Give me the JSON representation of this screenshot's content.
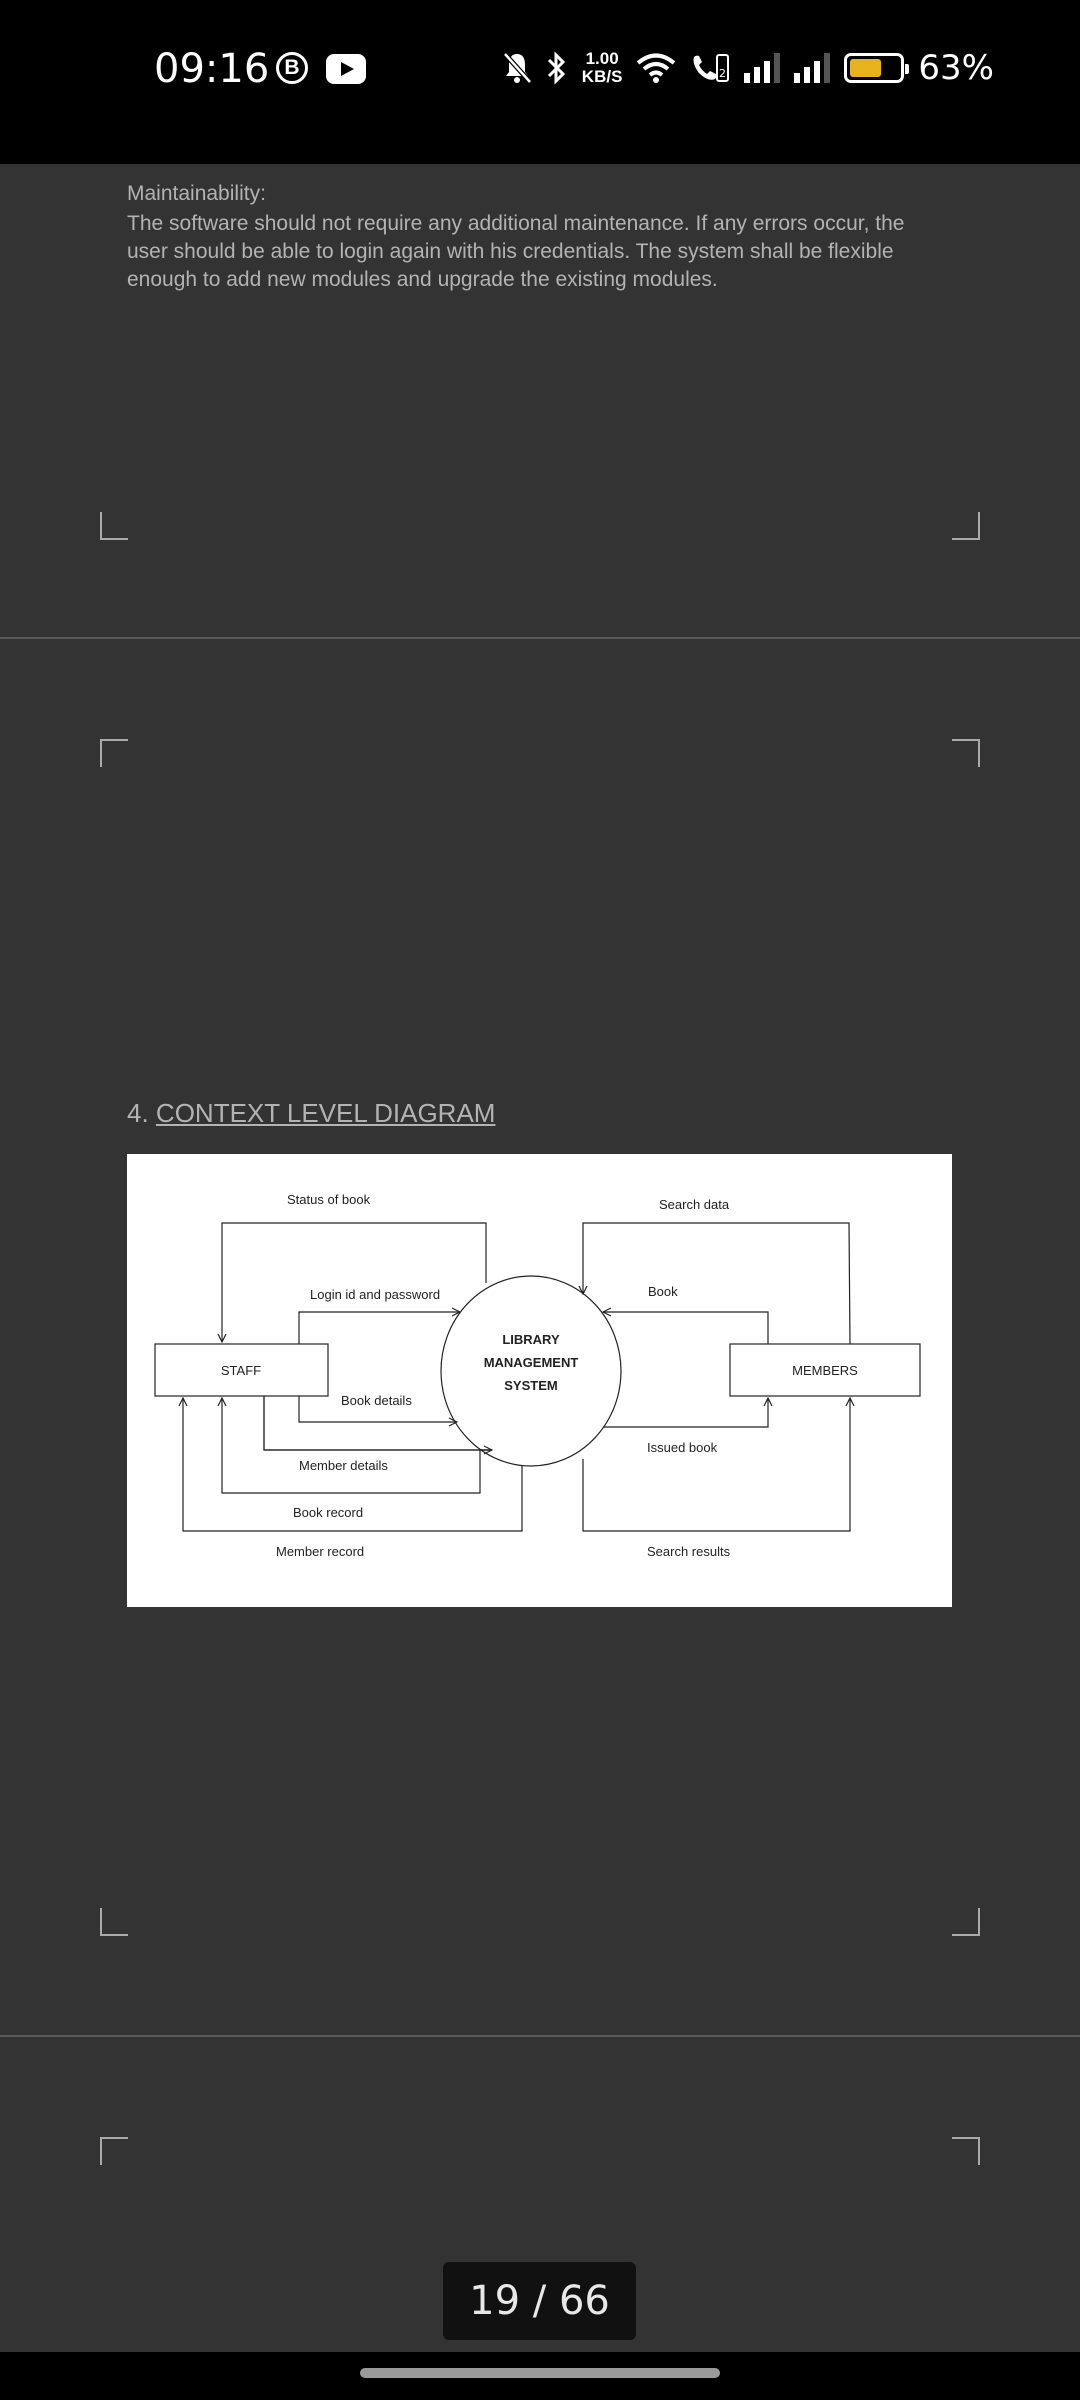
{
  "status_bar": {
    "time": "09:16",
    "net_speed_value": "1.00",
    "net_speed_unit": "KB/S",
    "battery_percent": "63%",
    "battery_level": 0.63,
    "icons": [
      "b-circle-icon",
      "youtube-icon",
      "bell-off-icon",
      "bluetooth-icon",
      "wifi-icon",
      "wifi-call-icon",
      "signal-icon",
      "signal-icon"
    ]
  },
  "document": {
    "heading": "Maintainability:",
    "paragraph": "The software should not require any additional maintenance. If any errors occur, the user should be able to login again with his credentials. The system shall be flexible enough to add new modules and upgrade the existing modules.",
    "section_number": "4.",
    "section_title": "CONTEXT LEVEL DIAGRAM"
  },
  "diagram": {
    "nodes": {
      "staff": "STAFF",
      "system_line1": "LIBRARY",
      "system_line2": "MANAGEMENT",
      "system_line3": "SYSTEM",
      "members": "MEMBERS"
    },
    "flows": {
      "status_of_book": "Status of book",
      "login": "Login id and password",
      "book_details": "Book details",
      "member_details": "Member details",
      "book_record": "Book record",
      "member_record": "Member record",
      "search_data": "Search data",
      "book": "Book",
      "issued_book": "Issued book",
      "search_results": "Search results"
    }
  },
  "viewer": {
    "page_indicator": "19 / 66"
  }
}
